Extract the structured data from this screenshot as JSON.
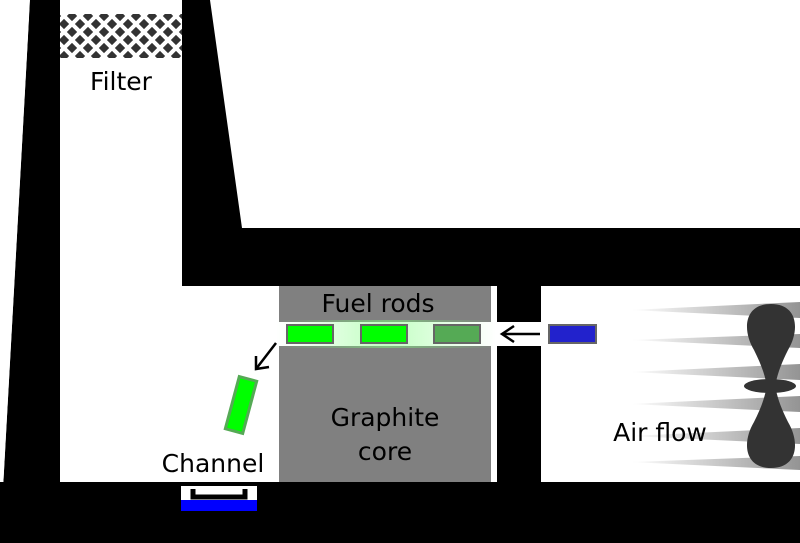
{
  "labels": {
    "filter": "Filter",
    "fuel_rods": "Fuel rods",
    "graphite_core_line1": "Graphite",
    "graphite_core_line2": "core",
    "air_flow": "Air flow",
    "channel": "Channel"
  },
  "colors": {
    "structure": "#000000",
    "graphite": "#808080",
    "fuel_rod_fresh": "#00ff00",
    "fuel_rod_spent": "#55aa55",
    "rod_border": "#666666",
    "incoming_rod": "#2222cc",
    "channel_water": "#0000ff",
    "fan": "#333333",
    "airflow_streak": "#888888"
  },
  "icons": {
    "filter": "cross-hatch-filter-icon",
    "fan": "fan-propeller-icon",
    "arrow": "arrow-left-icon"
  }
}
